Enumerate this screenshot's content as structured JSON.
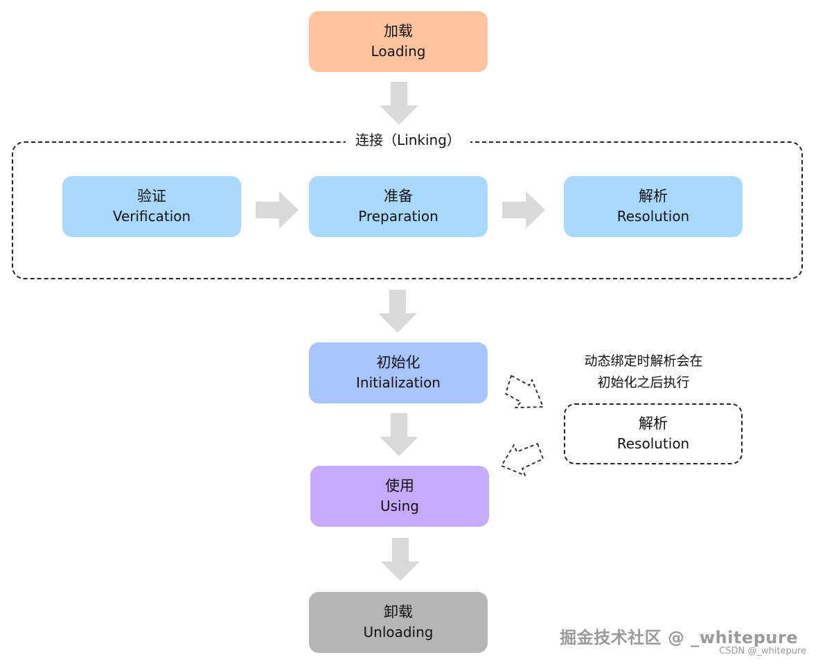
{
  "nodes": {
    "loading": {
      "cn": "加载",
      "en": "Loading"
    },
    "verification": {
      "cn": "验证",
      "en": "Verification"
    },
    "preparation": {
      "cn": "准备",
      "en": "Preparation"
    },
    "resolution": {
      "cn": "解析",
      "en": "Resolution"
    },
    "initialization": {
      "cn": "初始化",
      "en": "Initialization"
    },
    "using": {
      "cn": "使用",
      "en": "Using"
    },
    "unloading": {
      "cn": "卸载",
      "en": "Unloading"
    },
    "dynamic_resolution": {
      "cn": "解析",
      "en": "Resolution"
    }
  },
  "linking_label": "连接（Linking）",
  "note": {
    "line1": "动态绑定时解析会在",
    "line2": "初始化之后执行"
  },
  "watermark": "掘金技术社区 @ _whitepure",
  "watermark_small": "CSDN @_whitepure",
  "colors": {
    "loading": "#ffc49e",
    "linking_steps": "#a8d8fb",
    "initialization": "#a9c3fd",
    "using": "#c6aafd",
    "unloading": "#b5b5b5",
    "arrow": "#d9d9d9"
  }
}
